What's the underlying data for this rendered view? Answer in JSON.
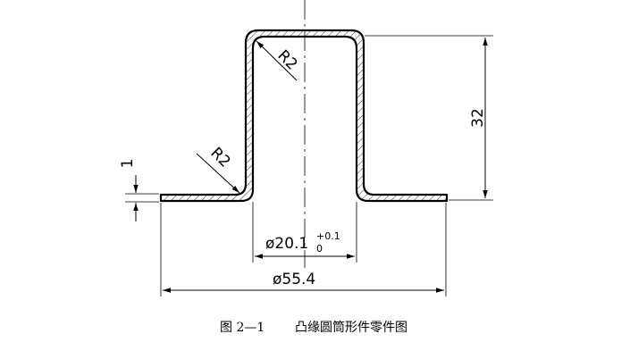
{
  "drawing": {
    "dimensions": {
      "radius_top": "R2",
      "radius_bottom": "R2",
      "height": "32",
      "thickness": "1",
      "inner_diameter": "ø20.1",
      "inner_diameter_tol_upper": "+0.1",
      "inner_diameter_tol_lower": "0",
      "outer_diameter": "ø55.4"
    }
  },
  "caption": {
    "figure_number": "图 2—1",
    "title": "凸缘圆筒形件零件图"
  }
}
